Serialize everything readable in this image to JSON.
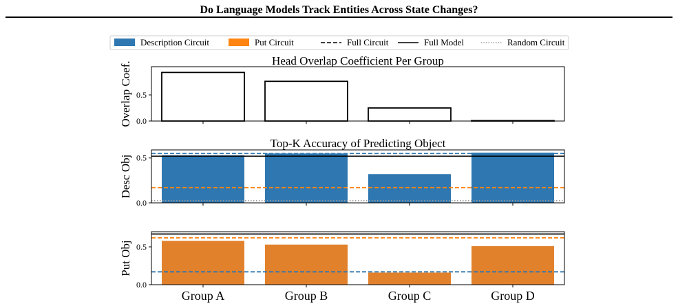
{
  "page": {
    "title": "Do Language Models Track Entities Across State Changes?"
  },
  "legend": {
    "entries": [
      {
        "label": "Description Circuit",
        "kind": "patch",
        "color": "#2e77b0"
      },
      {
        "label": "Put Circuit",
        "kind": "patch",
        "color": "#ff8412"
      },
      {
        "label": "Full Circuit",
        "kind": "dashed",
        "color": "#000000"
      },
      {
        "label": "Full Model",
        "kind": "solid",
        "color": "#000000"
      },
      {
        "label": "Random Circuit",
        "kind": "dotted",
        "color": "#999999"
      }
    ]
  },
  "chart_data": [
    {
      "type": "bar",
      "title": "Head Overlap Coefficient Per Group",
      "ylabel": "Overlap Coef.",
      "categories": [
        "Group A",
        "Group B",
        "Group C",
        "Group D"
      ],
      "values": [
        0.93,
        0.76,
        0.25,
        0.005
      ],
      "ylim": [
        0,
        1.04
      ],
      "yticks": [
        0.0,
        0.5
      ],
      "ytick_labels": [
        "0.0",
        "0.5"
      ],
      "bar_fill": "#ffffff",
      "bar_edge": "#000000",
      "show_xtick_labels": false
    },
    {
      "type": "bar",
      "title": "Top-K Accuracy of Predicting Object",
      "ylabel": "Desc Obj",
      "categories": [
        "Group A",
        "Group B",
        "Group C",
        "Group D"
      ],
      "values": [
        0.53,
        0.55,
        0.32,
        0.56
      ],
      "ylim": [
        0,
        0.59
      ],
      "yticks": [
        0.0,
        0.5
      ],
      "ytick_labels": [
        "0.0",
        "0.5"
      ],
      "bar_fill": "#2e77b0",
      "bar_edge": "none",
      "show_xtick_labels": false,
      "reference_lines": [
        {
          "series": "Description Circuit",
          "style": "dashed",
          "color": "#2e77b0",
          "y": 0.55
        },
        {
          "series": "Full Model",
          "style": "solid",
          "color": "#000000",
          "y": 0.52
        },
        {
          "series": "Put Circuit",
          "style": "dashed",
          "color": "#ff8412",
          "y": 0.17
        },
        {
          "series": "Random Circuit",
          "style": "dotted",
          "color": "#999999",
          "y": 0.025
        }
      ]
    },
    {
      "type": "bar",
      "title": "",
      "ylabel": "Put Obj",
      "categories": [
        "Group A",
        "Group B",
        "Group C",
        "Group D"
      ],
      "values": [
        0.58,
        0.53,
        0.16,
        0.51
      ],
      "ylim": [
        0,
        0.7
      ],
      "yticks": [
        0.0,
        0.5
      ],
      "ytick_labels": [
        "0.0",
        "0.5"
      ],
      "bar_fill": "#e2812c",
      "bar_edge": "none",
      "show_xtick_labels": true,
      "reference_lines": [
        {
          "series": "Full Model",
          "style": "solid",
          "color": "#000000",
          "y": 0.67
        },
        {
          "series": "Put Circuit",
          "style": "dashed",
          "color": "#ff8412",
          "y": 0.62
        },
        {
          "series": "Description Circuit",
          "style": "dashed",
          "color": "#2e77b0",
          "y": 0.17
        }
      ]
    }
  ]
}
